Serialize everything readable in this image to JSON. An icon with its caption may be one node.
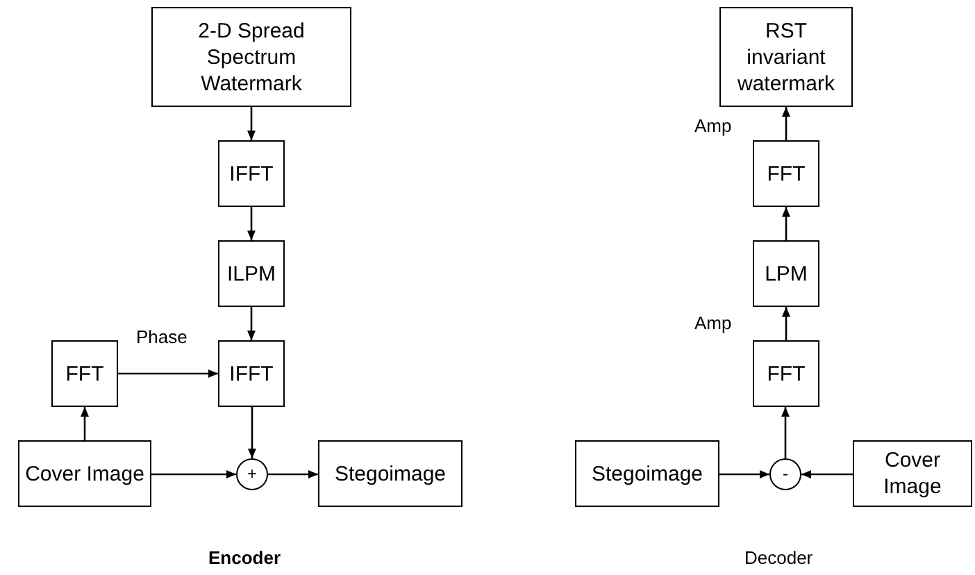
{
  "diagram": {
    "nodes": [
      {
        "text": [
          "2-D Spread Spectrum Watermark"
        ]
      },
      {
        "text": [
          "IFFT"
        ]
      },
      {
        "text": [
          "ILPM"
        ]
      },
      {
        "text": [
          "FFT"
        ]
      },
      {
        "text": [
          "IFFT"
        ]
      },
      {
        "text": [
          "Cover Image"
        ]
      },
      {
        "text": [
          "+"
        ]
      },
      {
        "text": [
          "Stegoimage"
        ]
      },
      {
        "text": [
          "RST invariant watermark"
        ]
      },
      {
        "text": [
          "FFT"
        ]
      },
      {
        "text": [
          "LPM"
        ]
      },
      {
        "text": [
          "FFT"
        ]
      },
      {
        "text": [
          "Stegoimage"
        ]
      },
      {
        "text": [
          "-"
        ]
      },
      {
        "text": [
          "Cover Image"
        ]
      }
    ],
    "edges": [
      {
        "from": 0,
        "to": 1,
        "arrow": "to"
      },
      {
        "from": 1,
        "to": 2,
        "arrow": "to"
      },
      {
        "from": 2,
        "to": 4,
        "arrow": "to"
      },
      {
        "from": 3,
        "to": 4,
        "arrow": "to",
        "label": "Phase"
      },
      {
        "from": 5,
        "to": 3,
        "arrow": "to"
      },
      {
        "from": 5,
        "to": 6,
        "arrow": "to"
      },
      {
        "from": 4,
        "to": 6,
        "arrow": "to"
      },
      {
        "from": 6,
        "to": 7,
        "arrow": "to"
      },
      {
        "from": 12,
        "to": 13,
        "arrow": "to"
      },
      {
        "from": 14,
        "to": 13,
        "arrow": "to"
      },
      {
        "from": 13,
        "to": 11,
        "arrow": "to"
      },
      {
        "from": 11,
        "to": 10,
        "arrow": "to",
        "label": "Amp"
      },
      {
        "from": 10,
        "to": 9,
        "arrow": "to"
      },
      {
        "from": 9,
        "to": 8,
        "arrow": "to",
        "label": "Amp"
      }
    ],
    "labels": [
      "Encoder",
      "Decoder"
    ]
  }
}
